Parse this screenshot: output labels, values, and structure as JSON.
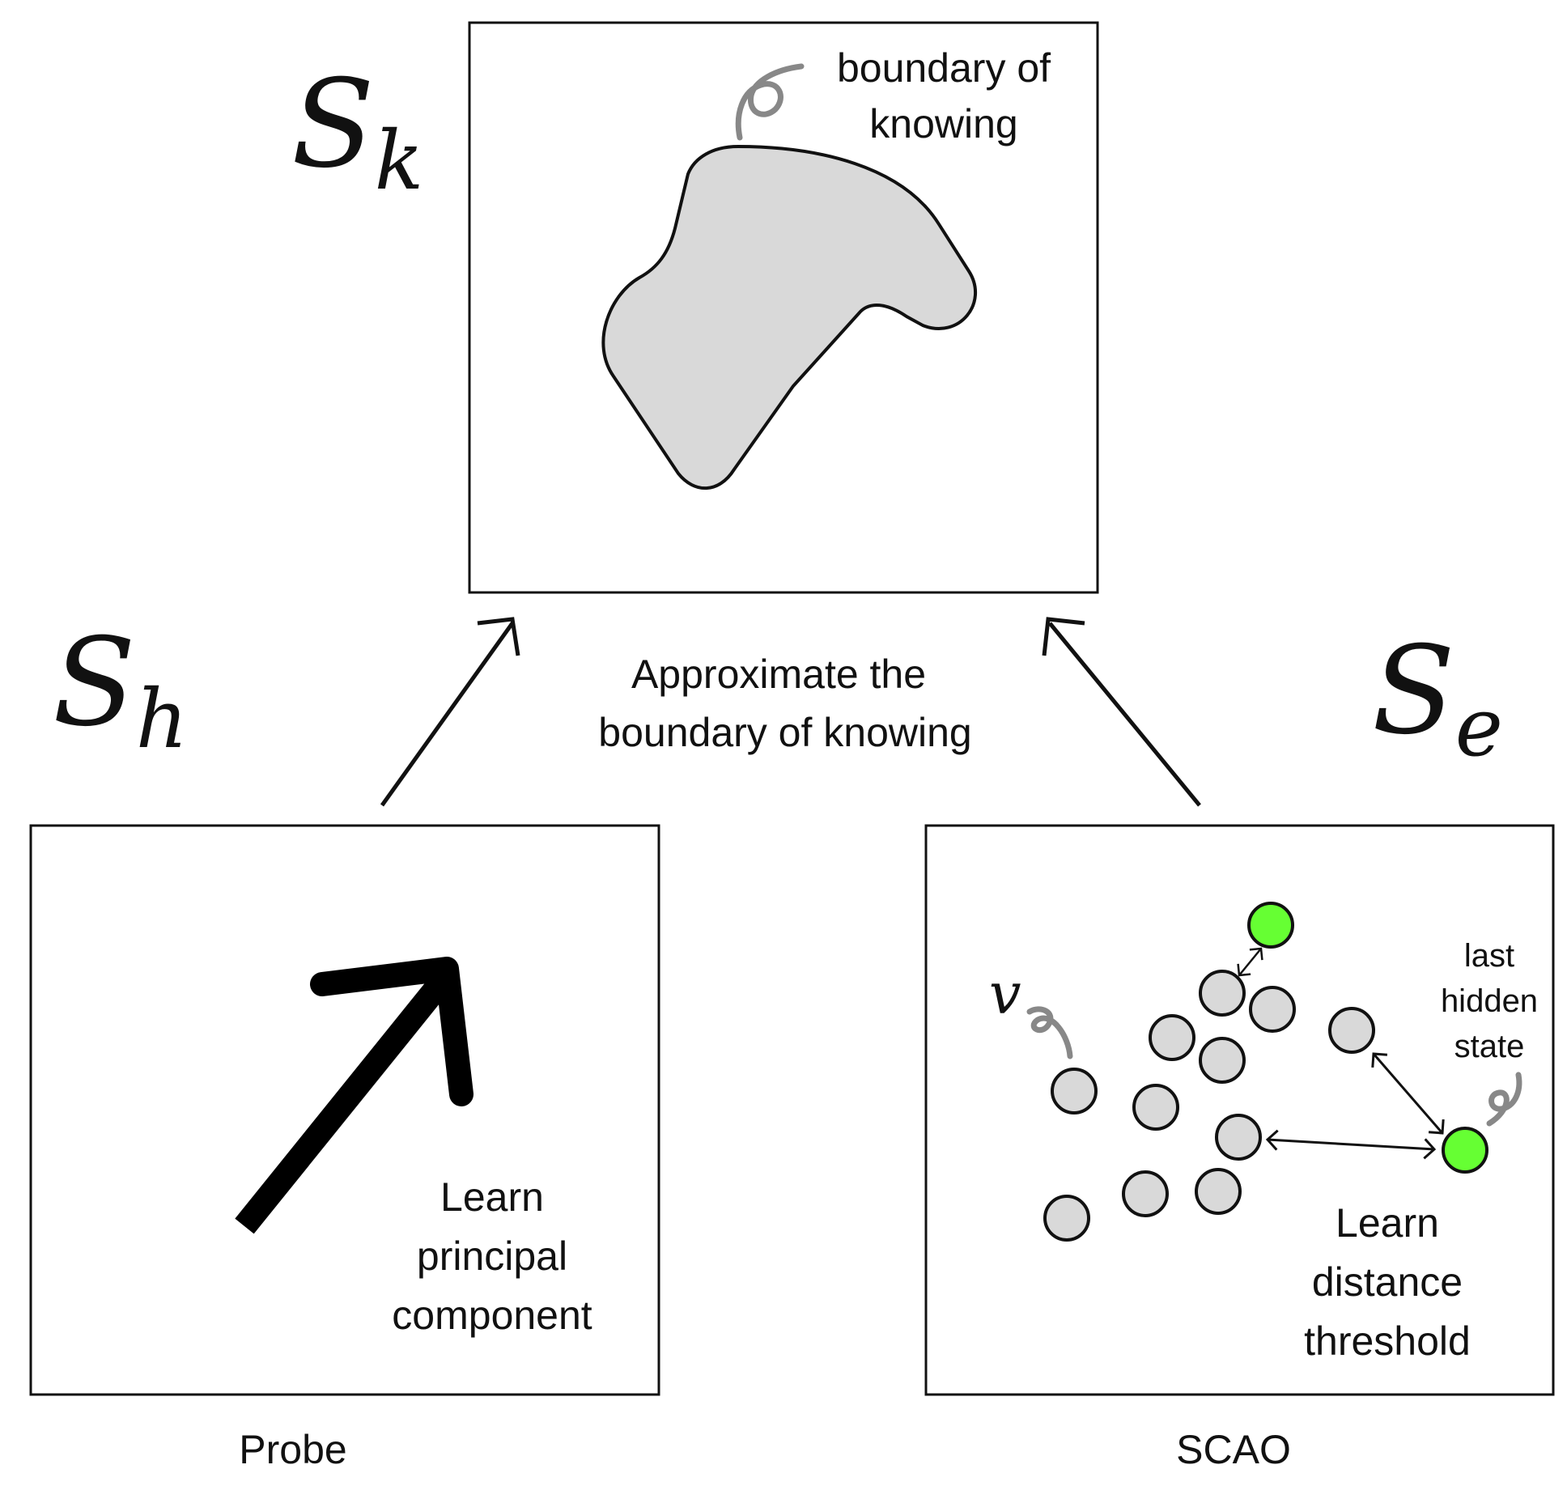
{
  "symbols": {
    "knowledge": {
      "main": "S",
      "sub": "k"
    },
    "hidden": {
      "main": "S",
      "sub": "h"
    },
    "embedding": {
      "main": "S",
      "sub": "e"
    },
    "vector": "v"
  },
  "top_panel": {
    "annotation": [
      "boundary of",
      "knowing"
    ]
  },
  "center_caption": [
    "Approximate the",
    "boundary of knowing"
  ],
  "probe_panel": {
    "text": [
      "Learn",
      "principal",
      "component"
    ],
    "caption": "Probe"
  },
  "scao_panel": {
    "annotation": [
      "last",
      "hidden",
      "state"
    ],
    "text": [
      "Learn",
      "distance",
      "threshold"
    ],
    "caption": "SCAO"
  },
  "colors": {
    "region_fill": "#d9d9d9",
    "point_fill": "#d9d9d9",
    "highlight_point_fill": "#66ff33",
    "squiggle_stroke": "#888888",
    "line": "#111111"
  }
}
